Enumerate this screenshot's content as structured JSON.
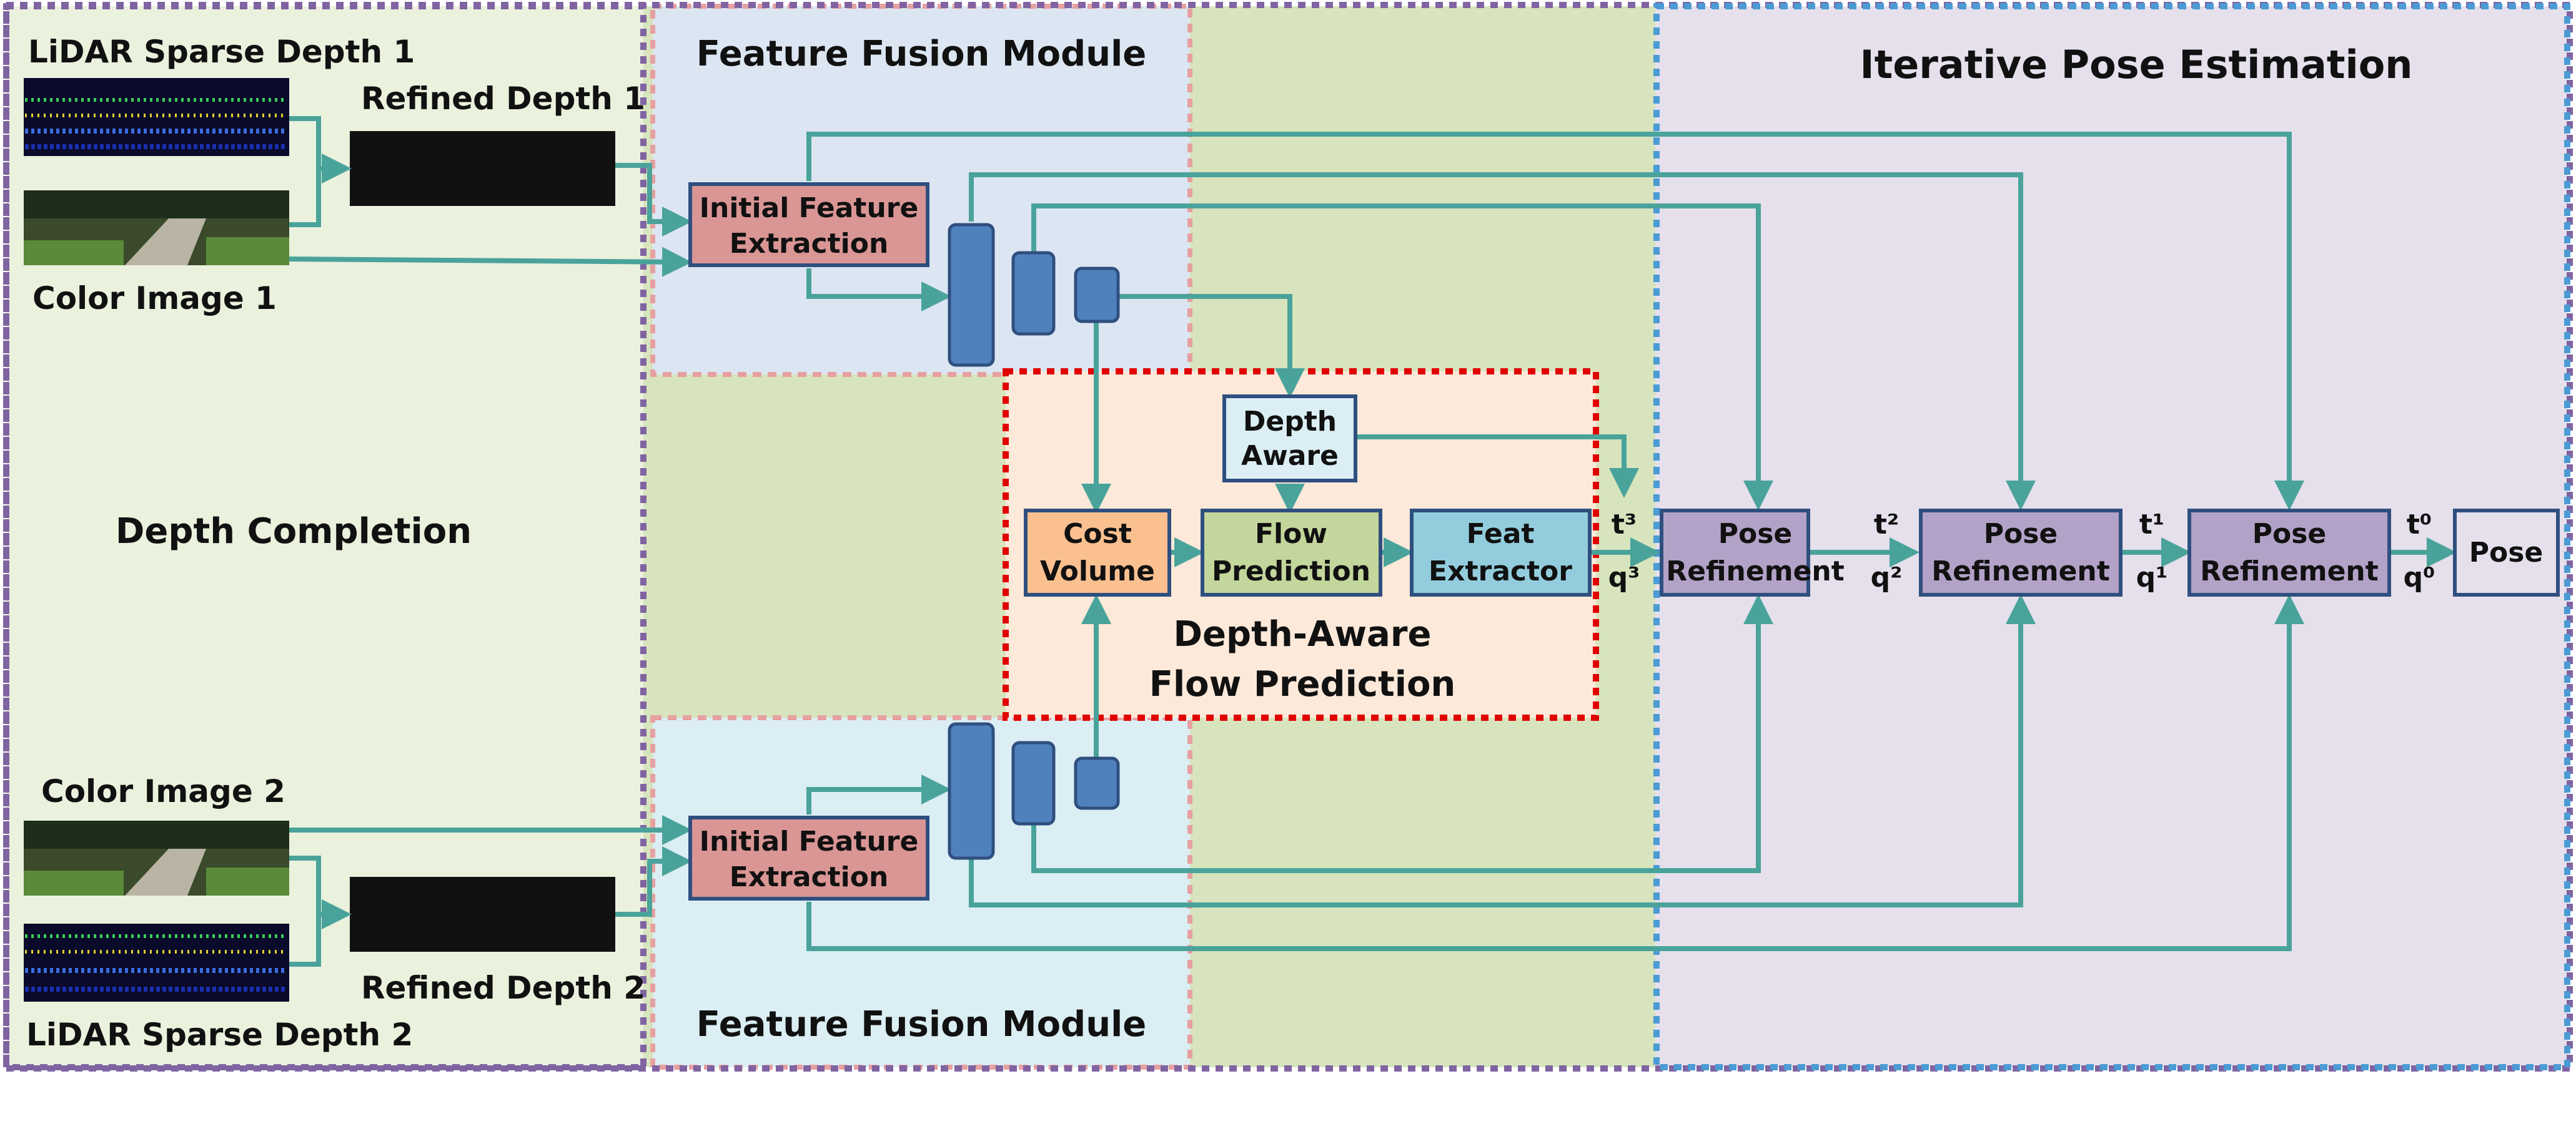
{
  "sections": {
    "depth_completion": "Depth Completion",
    "feature_fusion_top": "Feature Fusion Module",
    "feature_fusion_bottom": "Feature Fusion Module",
    "iterative_pose": "Iterative Pose Estimation",
    "flow_prediction_line1": "Depth-Aware",
    "flow_prediction_line2": "Flow Prediction"
  },
  "inputs": {
    "lidar1": "LiDAR Sparse Depth 1",
    "refined1": "Refined Depth 1",
    "color1": "Color Image 1",
    "color2": "Color Image 2",
    "refined2": "Refined Depth 2",
    "lidar2": "LiDAR Sparse Depth 2"
  },
  "blocks": {
    "init_top_1": "Initial Feature",
    "init_top_2": "Extraction",
    "init_bot_1": "Initial Feature",
    "init_bot_2": "Extraction",
    "depth_aware_1": "Depth",
    "depth_aware_2": "Aware",
    "cost_1": "Cost",
    "cost_2": "Volume",
    "flow_1": "Flow",
    "flow_2": "Prediction",
    "feat_1": "Feat",
    "feat_2": "Extractor",
    "pose_ref_1a": "Pose",
    "pose_ref_1b": "Refinement",
    "pose_ref_2a": "Pose",
    "pose_ref_2b": "Refinement",
    "pose_ref_3a": "Pose",
    "pose_ref_3b": "Refinement",
    "pose": "Pose"
  },
  "labels": {
    "t3": "t³",
    "q3": "q³",
    "t2": "t²",
    "q2": "q²",
    "t1": "t¹",
    "q1": "q¹",
    "t0": "t⁰",
    "q0": "q⁰"
  },
  "colors": {
    "depth_completion_bg": "#eaf1dd",
    "fusion_top_bg": "#dce6f2",
    "fusion_bot_bg": "#dbeef4",
    "green_bg": "#d7e4bd",
    "pose_bg": "#e5e0ec",
    "flow_bg": "#fde9d9",
    "arrow": "#4aa39a",
    "pink_block": "#d99694",
    "orange_block": "#fac090",
    "green_block": "#c3d69b",
    "cyan_block": "#93cddd",
    "light_block": "#dbeef4",
    "purple_block": "#b3a2c7",
    "feature_bar": "#4f81bd",
    "block_border": "#2f4f7f"
  }
}
